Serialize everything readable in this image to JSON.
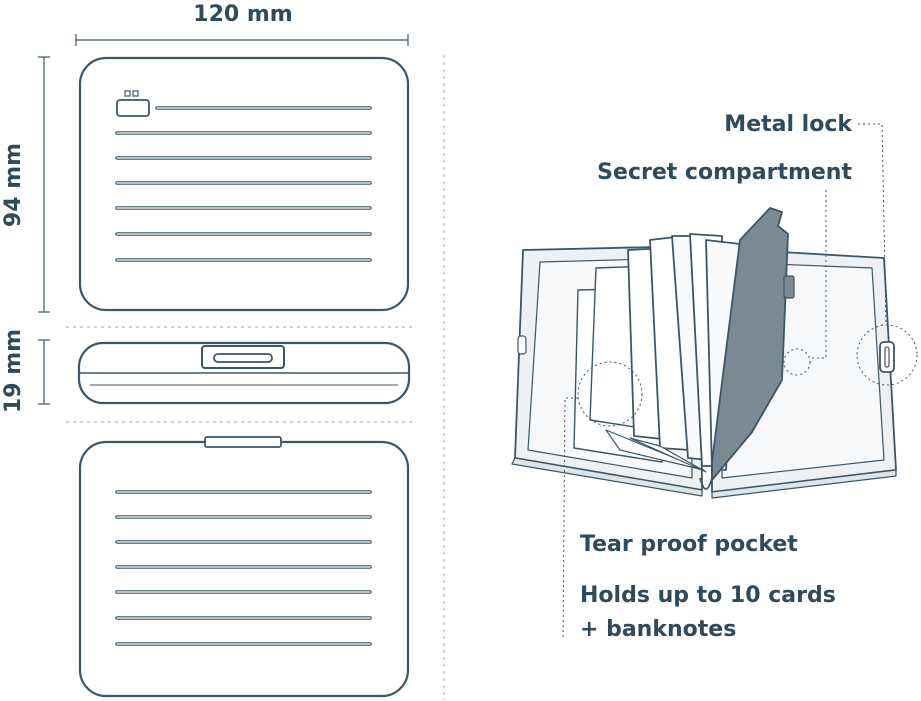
{
  "dimensions": {
    "width": "120 mm",
    "height": "94 mm",
    "depth": "19 mm"
  },
  "callouts": {
    "metal_lock": "Metal lock",
    "secret_compartment": "Secret compartment",
    "tear_proof_pocket": "Tear proof pocket",
    "holds_line1": "Holds up to 10 cards",
    "holds_line2": "+ banknotes"
  },
  "colors": {
    "stroke": "#3c5666",
    "label": "#2f4a5b",
    "fill_light": "#eef1f3",
    "fill_dark": "#7a8a95",
    "dashed": "#9aa7b0"
  }
}
